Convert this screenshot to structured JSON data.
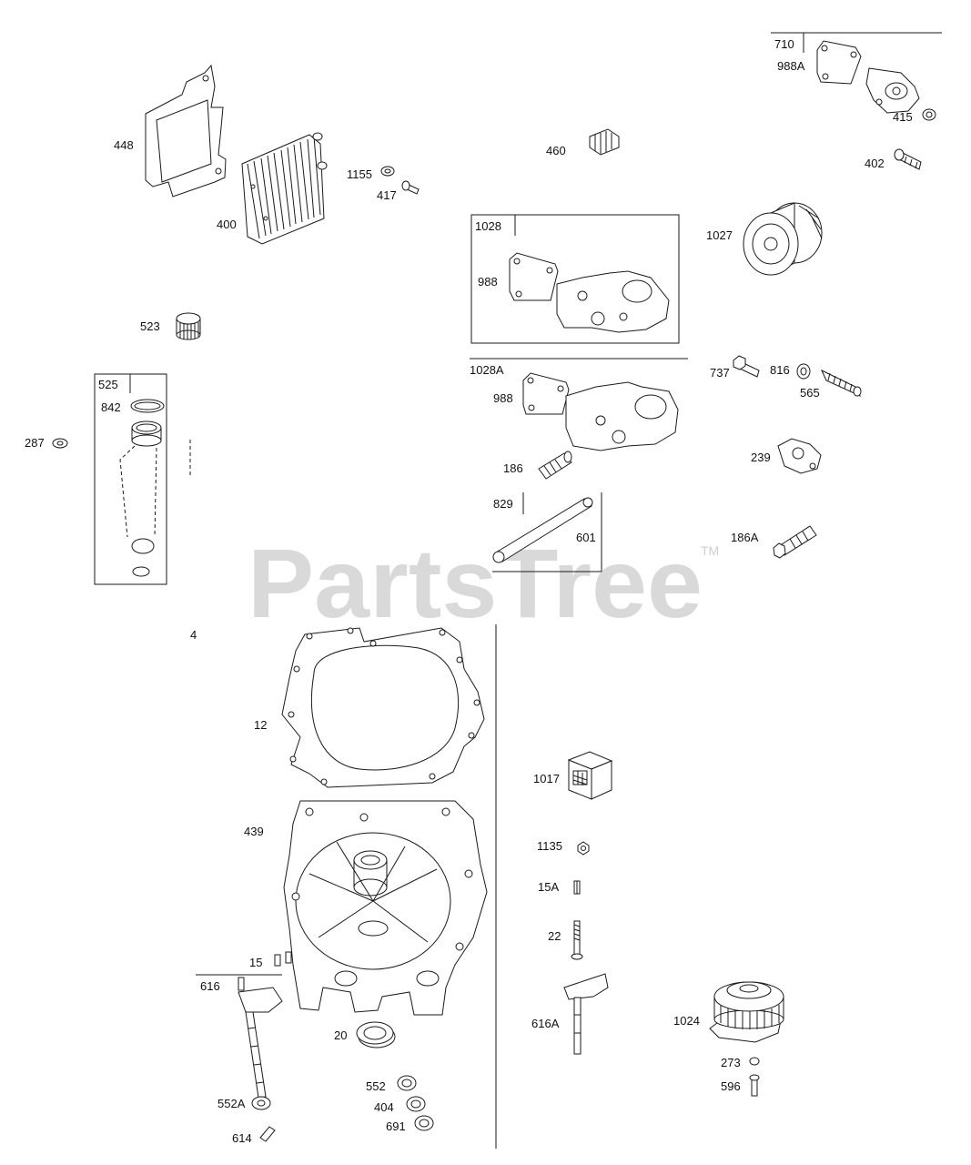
{
  "watermark": {
    "text": "PartsTree",
    "mark": "TM"
  },
  "callouts": [
    "448",
    "400",
    "1155",
    "417",
    "460",
    "710",
    "988A",
    "415",
    "402",
    "1027",
    "1028",
    "988",
    "523",
    "1028A",
    "988",
    "737",
    "816",
    "565",
    "525",
    "842",
    "287",
    "239",
    "186",
    "829",
    "601",
    "186A",
    "4",
    "12",
    "1017",
    "439",
    "1135",
    "15A",
    "22",
    "15",
    "616",
    "616A",
    "1024",
    "20",
    "273",
    "552",
    "596",
    "552A",
    "404",
    "691",
    "614"
  ],
  "colors": {
    "line": "#1a1a1a",
    "watermark": "#d9d9d9",
    "background": "#ffffff"
  }
}
